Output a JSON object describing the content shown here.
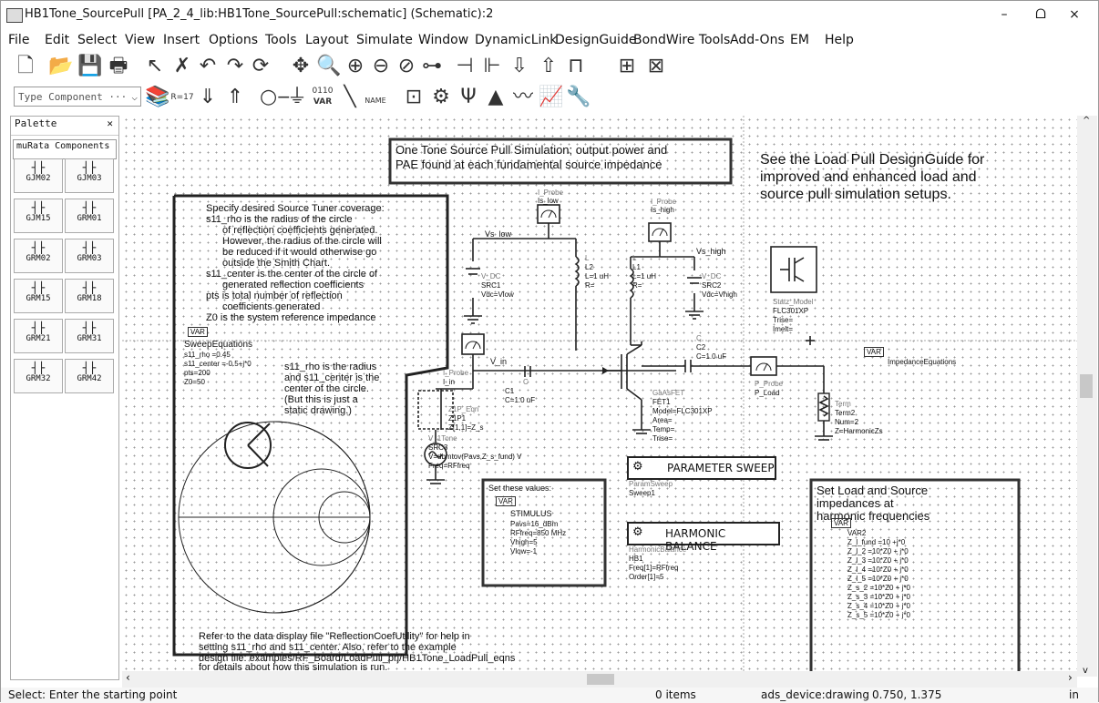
{
  "window": {
    "title": "HB1Tone_SourcePull [PA_2_4_lib:HB1Tone_SourcePull:schematic] (Schematic):2",
    "controls": [
      "–",
      "ᗝ",
      "×"
    ]
  },
  "menu": [
    "File",
    "Edit",
    "Select",
    "View",
    "Insert",
    "Options",
    "Tools",
    "Layout",
    "Simulate",
    "Window",
    "DynamicLink",
    "DesignGuide",
    "BondWire Tools",
    "Add-Ons",
    "EM",
    "Help"
  ],
  "toolbar": {
    "component_placeholder": "Type Component ···",
    "var_label": "VAR",
    "binary_label": "0110",
    "name_label": "NAME",
    "r_label": "R=17"
  },
  "palette": {
    "title": "Palette",
    "selector": "muRata Components",
    "items": [
      "GJM02",
      "GJM03",
      "GJM15",
      "GRM01",
      "GRM02",
      "GRM03",
      "GRM15",
      "GRM18",
      "GRM21",
      "GRM31",
      "GRM32",
      "GRM42"
    ]
  },
  "canvas": {
    "note_top": [
      "One Tone Source Pull Simulation; output power and",
      "PAE found at each fundamental source impedance"
    ],
    "note_right": [
      "See the Load Pull DesignGuide for",
      "improved and enhanced load and",
      "source pull simulation setups."
    ],
    "tuner_note": [
      "Specify desired Source Tuner coverage:",
      "s11_rho is the radius of the circle",
      "of reflection coefficients generated.",
      "However, the radius of the circle will",
      "be reduced if it would otherwise go",
      "outside the Smith Chart.",
      "s11_center is the center of the circle of",
      "generated reflection coefficients",
      "pts is total number of reflection",
      "coefficients generated",
      "Z0 is the system reference impedance"
    ],
    "sweep_eq": [
      "VAR",
      "SweepEquations",
      "s11_rho =0.45",
      "s11_center =-0.5+j*0",
      "pts=200",
      "Z0=50"
    ],
    "smith_note": [
      "s11_rho is the radius",
      "and s11_center is the",
      "center of the circle.",
      "(But this is just a",
      "static drawing.)"
    ],
    "bottom_note": [
      "Refer to the data display file \"ReflectionCoefUtility\" for help in",
      "setting s11_rho and s11_center. Also, refer to the example",
      "design file: examples/RF_Board/LoadPull_prj/HB1Tone_LoadPull_eqns",
      "for details about how this simulation is run."
    ],
    "iprobe_low": [
      "I_Probe",
      "Is_low"
    ],
    "iprobe_high": [
      "I_Probe",
      "Is_high"
    ],
    "vs_low": "Vs_low",
    "vs_high": "Vs_high",
    "vdc1": [
      "V_DC",
      "SRC1",
      "Vdc=Vlow"
    ],
    "vdc2": [
      "V_DC",
      "SRC2",
      "Vdc=Vhigh"
    ],
    "l2": [
      "L",
      "L2",
      "L=1 uH",
      "R="
    ],
    "l1": [
      "L",
      "L1",
      "L=1 uH",
      "R="
    ],
    "statz": [
      "Statz_Model",
      "FLC301XP",
      "Trise=",
      "Imelt="
    ],
    "iprobe_in": [
      "I_Probe",
      "I_in"
    ],
    "v_in": "V_in",
    "c1": [
      "C",
      "C1",
      "C=1.0 uF"
    ],
    "c2": [
      "C",
      "C2",
      "C=1.0 uF"
    ],
    "z1p": [
      "Z1P_Eqn",
      "Z1P1",
      "Z[1,1]=Z_s"
    ],
    "fet": [
      "GaAsFET",
      "FET1",
      "Model=FLC301XP",
      "Area=",
      "Temp=",
      "Trise="
    ],
    "pprobe": [
      "P_Probe",
      "P_Load"
    ],
    "term": [
      "Term",
      "Term2",
      "Num=2",
      "Z=HarmonicZs"
    ],
    "var_imp": [
      "VAR",
      "ImpedanceEquations"
    ],
    "vtone": [
      "V_1Tone",
      "SRC3",
      "V=dbmtov(Pavs,Z_s_fund) V",
      "Freq=RFfreq"
    ],
    "param_sweep": [
      "PARAMETER SWEEP",
      "ParamSweep",
      "Sweep1"
    ],
    "set_values": [
      "Set these values:",
      "VAR",
      "STIMULUS",
      "Pavs=16_dBm",
      "RFfreq=850 MHz",
      "Vhigh=5",
      "Vlow=-1"
    ],
    "hb": [
      "HARMONIC BALANCE",
      "HarmonicBalance",
      "HB1",
      "Freq[1]=RFfreq",
      "Order[1]=5"
    ],
    "harm_note": [
      "Set Load and Source",
      "impedances at",
      "harmonic frequencies"
    ],
    "var2": [
      "VAR",
      "VAR2",
      "Z_l_fund =10 +j*0",
      "Z_l_2 =10*Z0 + j*0",
      "Z_l_3 =10*Z0 + j*0",
      "Z_l_4 =10*Z0 + j*0",
      "Z_l_5 =10*Z0 + j*0",
      "Z_s_2 =10*Z0 + j*0",
      "Z_s_3 =10*Z0 + j*0",
      "Z_s_4 =10*Z0 + j*0",
      "Z_s_5 =10*Z0 + j*0"
    ]
  },
  "status": {
    "prompt": "Select: Enter the starting point",
    "items": "0 items",
    "layer": "ads_device:drawing",
    "coords": "0.750, 1.375",
    "units": "in"
  }
}
